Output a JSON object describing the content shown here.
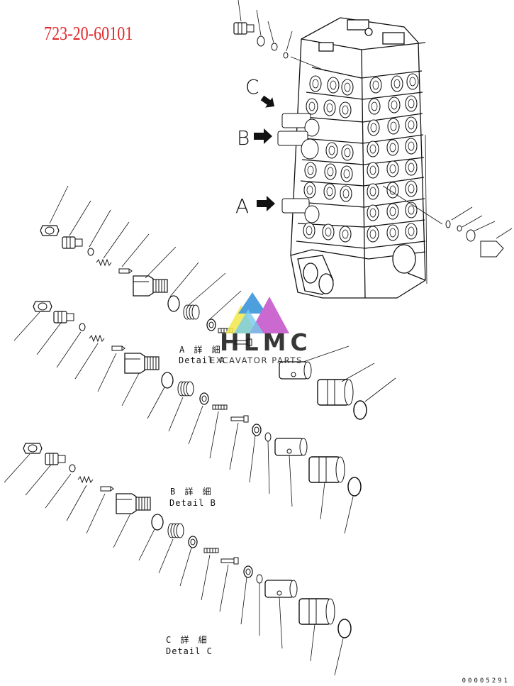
{
  "part_number": "723-20-60101",
  "views": {
    "a": "A",
    "b": "B",
    "c": "C"
  },
  "details": {
    "a": {
      "jp": "A 詳 細",
      "en": "Detail A"
    },
    "b": {
      "jp": "B 詳 細",
      "en": "Detail B"
    },
    "c": {
      "jp": "C 詳 細",
      "en": "Detail C"
    }
  },
  "watermark": {
    "name": "HLMC",
    "sub": "EXCAVATOR PARTS"
  },
  "drawing_number": "00005291",
  "colors": {
    "part_number": "#e0272b",
    "line": "#111111"
  }
}
